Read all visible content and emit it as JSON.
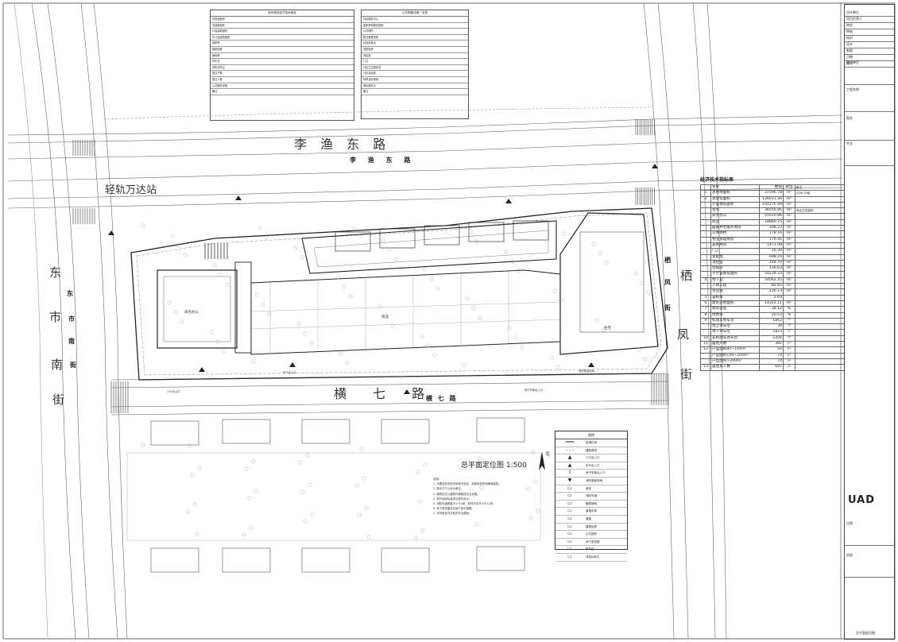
{
  "streets": {
    "north_road_big": "李 渔 东 路",
    "north_road_small": "李 渔 东 路",
    "south_road_big": "横 七 路",
    "south_road_small": "横 七 路",
    "west_street": [
      "东",
      "市",
      "南",
      "街"
    ],
    "west_street_small": [
      "东",
      "市",
      "南",
      "街"
    ],
    "east_street": [
      "栖",
      "凤",
      "街"
    ],
    "east_street_small": [
      "栖",
      "凤",
      "街"
    ],
    "station": "轻轨万达站"
  },
  "plan_title": "总平面定位图 1:500",
  "north_label": "北",
  "metrics": {
    "title": "经济技术指标表",
    "headers": [
      "",
      "名称",
      "数值",
      "单位",
      "备注"
    ],
    "rows": [
      [
        "1",
        "总用地面积",
        "37596.78",
        "m²",
        "约56.39亩"
      ],
      [
        "2",
        "总建筑面积",
        "126011.36",
        "m²",
        ""
      ],
      [
        "",
        "计容建筑面积",
        "101276.48",
        "m²",
        ""
      ],
      [
        "",
        "住宅",
        "36556.85",
        "m²",
        "商业住宅面积"
      ],
      [
        "",
        "商务办公",
        "41610.86",
        "m²",
        ""
      ],
      [
        "",
        "商业",
        "18880.75",
        "m²",
        ""
      ],
      [
        "",
        "居家养老服务用房",
        "308.22",
        "m²",
        ""
      ],
      [
        "",
        "公共厕所",
        "178.16",
        "m²",
        ""
      ],
      [
        "",
        "物业管理用房",
        "176.46",
        "m²",
        ""
      ],
      [
        "",
        "其他用房",
        "1471.08",
        "m²",
        ""
      ],
      [
        "",
        "门卫",
        "16.30",
        "m²",
        ""
      ],
      [
        "",
        "变配电",
        "698.24",
        "m²",
        ""
      ],
      [
        "",
        "消控室",
        "148.70",
        "m²",
        ""
      ],
      [
        "",
        "垃圾房",
        "116.63",
        "m²",
        ""
      ],
      [
        "",
        "不计容建筑面积",
        "54228.33",
        "m²",
        ""
      ],
      [
        "4",
        "地下室",
        "54062.35",
        "m²",
        ""
      ],
      [
        "",
        "人防工程",
        "82.65",
        "m²",
        ""
      ],
      [
        "",
        "架空层",
        "126.13",
        "m²",
        ""
      ],
      [
        "5",
        "容积率",
        "2.69",
        "",
        ""
      ],
      [
        "6",
        "建筑占地面积",
        "14322.11",
        "m²",
        ""
      ],
      [
        "7",
        "建筑密度",
        "38.12",
        "%",
        ""
      ],
      [
        "8",
        "绿地率",
        "20.03",
        "%",
        ""
      ],
      [
        "9",
        "机动车停车位",
        "1862",
        "个",
        ""
      ],
      [
        "",
        "地上停车位",
        "39",
        "个",
        ""
      ],
      [
        "",
        "地下停车位",
        "1823",
        "个",
        ""
      ],
      [
        "10",
        "非机动车停车位",
        "2356",
        "个",
        ""
      ],
      [
        "11",
        "居住户数",
        "382",
        "户",
        ""
      ],
      [
        "12",
        "户型面积90~144m²",
        "54",
        "户",
        ""
      ],
      [
        "",
        "户型面积144~200m²",
        "74",
        "户",
        ""
      ],
      [
        "",
        "户型面积>200m²",
        "74",
        "户",
        ""
      ],
      [
        "13",
        "居住总人数",
        "697",
        "人",
        ""
      ]
    ]
  },
  "legend": {
    "title": "图例",
    "items": [
      {
        "sym": "━━━",
        "label": "用地红线"
      },
      {
        "sym": "- - -",
        "label": "建筑退线"
      },
      {
        "sym": "▲",
        "label": "人行出入口"
      },
      {
        "sym": "▲",
        "label": "车行出入口"
      },
      {
        "sym": "⇧",
        "label": "地下车库出入口"
      },
      {
        "sym": "▼",
        "label": "消防登高场地"
      },
      {
        "sym": "▭",
        "label": "绿化"
      },
      {
        "sym": "▭",
        "label": "消防车道"
      },
      {
        "sym": "▭",
        "label": "硬质铺地"
      },
      {
        "sym": "▭",
        "label": "景观水体"
      },
      {
        "sym": "▭",
        "label": "道路"
      },
      {
        "sym": "▭",
        "label": "建筑轮廓"
      },
      {
        "sym": "▭",
        "label": "公共厕所"
      },
      {
        "sym": "▭",
        "label": "地下室范围"
      },
      {
        "sym": "▭",
        "label": "停车位"
      },
      {
        "sym": "▭",
        "label": "非机动车位"
      }
    ]
  },
  "notes": [
    "说明：",
    "1. 本图坐标系统采用城市坐标，高程系统采用黄海高程。",
    "2. 图中尺寸以米为单位。",
    "3. 建筑定位以建筑外墙轴线交点为准。",
    "4. 室外地坪标高详见竖向设计。",
    "5. 消防车道宽度不小于4米，转弯半径不小于12米。",
    "6. 地下室范围详见地下室平面图。",
    "7. 未尽事宜详见相关专业图纸。"
  ],
  "title_block": {
    "rows": [
      "设计单位",
      "项目负责人",
      "审定",
      "审核",
      "校对",
      "设计",
      "制图",
      "日期",
      "图号"
    ],
    "labels": [
      "建设单位",
      "工程名称",
      "图名",
      "专业",
      "比例",
      "阶段"
    ],
    "logo": "UAD",
    "drawing_name": "总平面定位图"
  },
  "top_table_left": {
    "title": "地块规划经济技术指标",
    "rows": [
      "总用地面积",
      "总建筑面积",
      "计容建筑面积",
      "不计容建筑面积",
      "容积率",
      "建筑密度",
      "绿地率",
      "停车位",
      "非机动车位",
      "居住户数",
      "居住人数",
      "公共服务设施",
      "备注"
    ]
  },
  "top_table_right": {
    "title": "公共配套设施一览表",
    "rows": [
      "社区服务中心",
      "居家养老服务用房",
      "公共厕所",
      "物业管理用房",
      "垃圾收集点",
      "变配电房",
      "消控室",
      "门卫",
      "社区卫生服务站",
      "文化活动室",
      "体育活动场地",
      "便民服务点",
      "备注"
    ]
  },
  "site_labels": {
    "bldg_a": "商务办公",
    "bldg_b": "住宅",
    "bldg_c": "商业",
    "gate_1": "人行出入口",
    "gate_2": "车行出入口",
    "gate_3": "地下车库出入口",
    "gate_4": "消防登高场地"
  }
}
